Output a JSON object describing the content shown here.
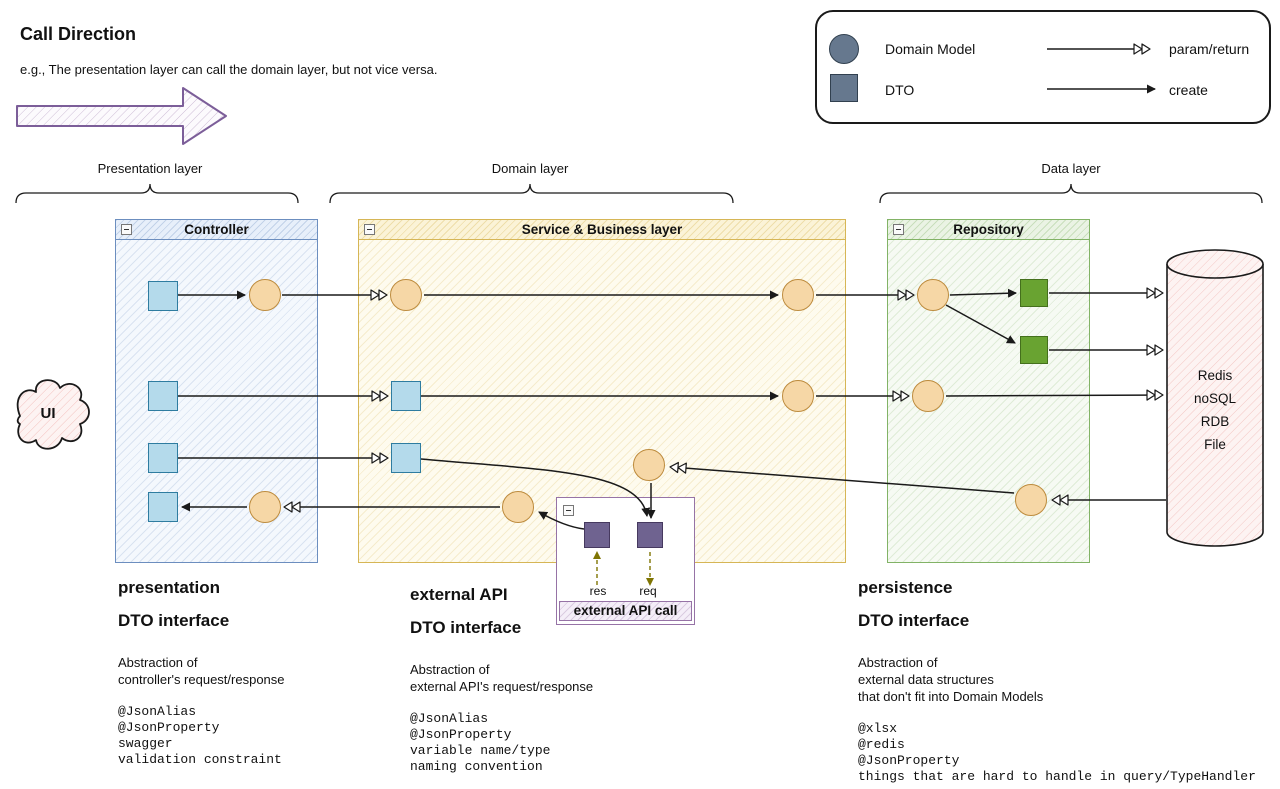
{
  "header": {
    "title": "Call Direction",
    "subtitle": "e.g., The presentation layer can call the domain layer, but not vice versa."
  },
  "legend": {
    "domain_model_label": "Domain Model",
    "dto_label": "DTO",
    "param_return_label": "param/return",
    "create_label": "create"
  },
  "layers": {
    "presentation": "Presentation layer",
    "domain": "Domain layer",
    "data": "Data layer"
  },
  "containers": {
    "controller": "Controller",
    "service": "Service & Business layer",
    "repository": "Repository",
    "external_api_call": "external API call"
  },
  "cloud": {
    "label": "UI"
  },
  "cylinder": {
    "lines": [
      "Redis",
      "noSQL",
      "RDB",
      "File"
    ]
  },
  "external": {
    "res_label": "res",
    "req_label": "req"
  },
  "blocks": [
    {
      "title_line1": "presentation",
      "title_line2": "DTO interface",
      "desc": "Abstraction of\ncontroller's request/response",
      "code": "@JsonAlias\n@JsonProperty\nswagger\nvalidation constraint"
    },
    {
      "title_line1": "external API",
      "title_line2": "DTO interface",
      "desc": "Abstraction of\nexternal API's request/response",
      "code": "@JsonAlias\n@JsonProperty\nvariable name/type\nnaming convention"
    },
    {
      "title_line1": "persistence",
      "title_line2": "DTO interface",
      "desc": "Abstraction of\nexternal data structures\nthat don't fit into Domain Models",
      "code": "@xlsx\n@redis\n@JsonProperty\nthings that are hard to handle in query/TypeHandler"
    }
  ],
  "colors": {
    "dto_blue_fill": "#B4DAEB",
    "dto_blue_stroke": "#2E7CA0",
    "domain_model_fill": "#F6D7A6",
    "domain_model_stroke": "#BD8B3D",
    "dto_green_fill": "#69A331",
    "dto_green_stroke": "#44701C",
    "dto_purple_fill": "#6F6390",
    "dto_purple_stroke": "#46395F",
    "legend_shape_fill": "#66788E",
    "controller_border": "#6C8EBF",
    "service_border": "#D6B656",
    "repository_border": "#82B366",
    "external_border": "#9673A6",
    "db_hatch": "#E4827C",
    "big_arrow_stroke": "#7C5E99",
    "dashed_arrow": "#7F7503"
  }
}
